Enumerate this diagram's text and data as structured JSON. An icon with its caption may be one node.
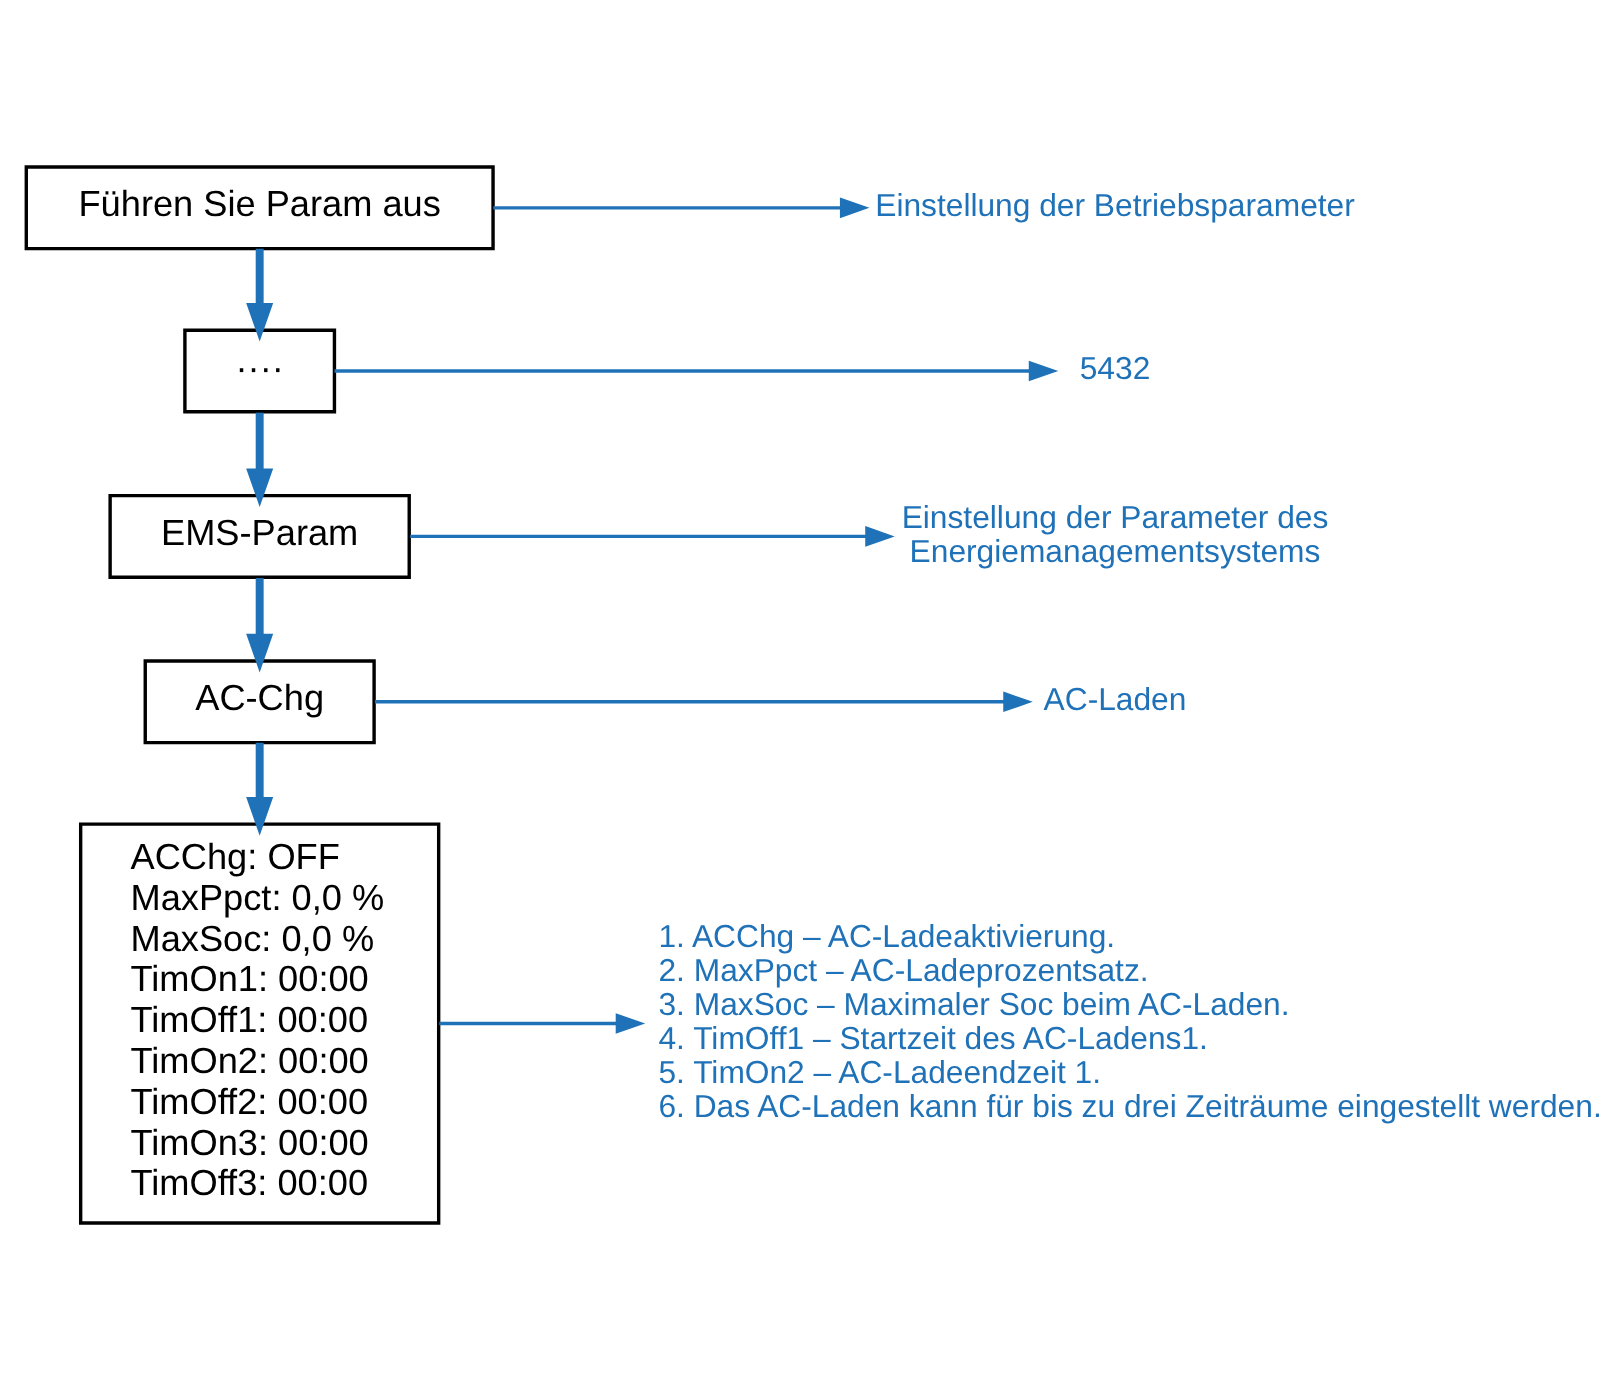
{
  "diagram": {
    "nodes": [
      {
        "text": [
          "Führen Sie Param aus"
        ]
      },
      {
        "text": [
          "····"
        ]
      },
      {
        "text": [
          "EMS-Param"
        ]
      },
      {
        "text": [
          "AC-Chg"
        ]
      },
      {
        "text": [
          "ACChg: OFF MaxPpct: 0,0 % MaxSoc: 0,0 % TimOn1: 00:00 TimOff1: 00:00 TimOn2: 00:00 TimOff2: 00:00 TimOn3: 00:00 TimOff3: 00:00"
        ]
      },
      {
        "text": [
          "Einstellung der Betriebsparameter"
        ]
      },
      {
        "text": [
          "5432"
        ]
      },
      {
        "text": [
          "Einstellung der Parameter des Energiemanagementsystems"
        ]
      },
      {
        "text": [
          "AC-Laden"
        ]
      },
      {
        "text": [
          "1. ACChg – AC-Ladeaktivierung.",
          "2. MaxPpct – AC-Ladeprozentsatz.",
          "3. MaxSoc – Maximaler Soc beim AC-Laden.",
          "4. TimOff1 – Startzeit des AC-Ladens1.",
          "5. TimOn2 – AC-Ladeendzeit 1.",
          "6. Das AC-Laden kann für bis zu drei Zeiträume eingestellt werden."
        ]
      }
    ],
    "edges": [
      {
        "from": 0,
        "to": 1,
        "arrow": "to",
        "style": "thick"
      },
      {
        "from": 1,
        "to": 2,
        "arrow": "to",
        "style": "thick"
      },
      {
        "from": 2,
        "to": 3,
        "arrow": "to",
        "style": "thick"
      },
      {
        "from": 3,
        "to": 4,
        "arrow": "to",
        "style": "thick"
      },
      {
        "from": 0,
        "to": 5,
        "arrow": "to"
      },
      {
        "from": 1,
        "to": 6,
        "arrow": "to"
      },
      {
        "from": 2,
        "to": 7,
        "arrow": "to"
      },
      {
        "from": 3,
        "to": 8,
        "arrow": "to"
      },
      {
        "from": 4,
        "to": 9,
        "arrow": "to"
      }
    ]
  }
}
